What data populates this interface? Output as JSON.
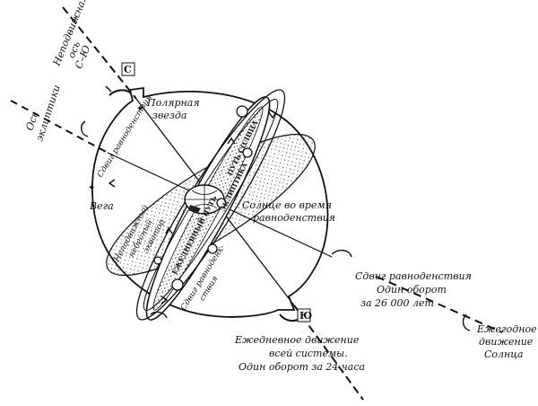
{
  "labels": {
    "fixed_axis": [
      "Неподвижная",
      "ось",
      "С–Ю"
    ],
    "north": "С",
    "south": "Ю",
    "ecliptic_axis": [
      "Ось",
      "эклиптики"
    ],
    "polaris": [
      "Полярная",
      "звезда"
    ],
    "vega": "Вега",
    "precession_upper": "Сдвиг равноденствия",
    "celestial_equator": [
      "Неподвижный",
      "небесный",
      "экватор"
    ],
    "sun_path": "ПУТЬ СОЛНЦА",
    "sun_equinox": [
      "Солнце во время",
      "равноденствия"
    ],
    "ecliptic_band": "ЭКЛИПТИКА",
    "daily_path": "ЕЖЕДНЕВНЫЙ ПУТЬ",
    "precession_lower": [
      "Сдвиг равноденк-",
      "ствия"
    ],
    "precession_right": [
      "Сдвиг равноденствия",
      "Один оборот",
      "за 26 000 лет"
    ],
    "daily_motion": [
      "Ежедневное движение",
      "всей системы.",
      "Один оборот за 24 часа"
    ],
    "annual_motion": [
      "Ежегодное",
      "движение",
      "Солнца"
    ]
  }
}
